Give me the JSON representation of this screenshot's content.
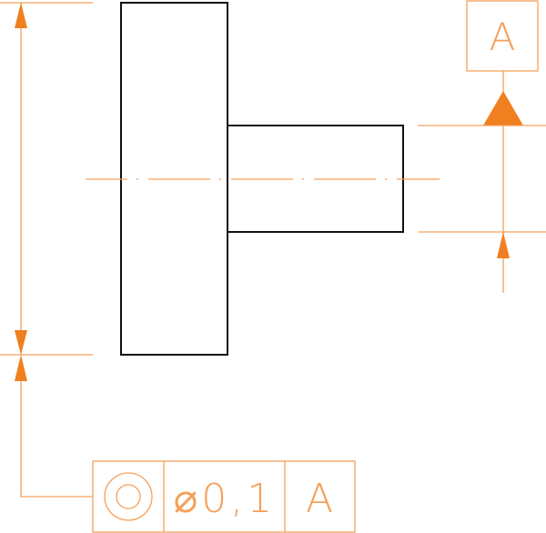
{
  "drawing": {
    "datum_label": "A",
    "feature_control_frame": {
      "symbol": "concentricity-symbol",
      "tolerance": "⌀0,1",
      "datum_reference": "A"
    }
  },
  "colors": {
    "annotation": "#f07f1f",
    "outline": "#111111"
  }
}
